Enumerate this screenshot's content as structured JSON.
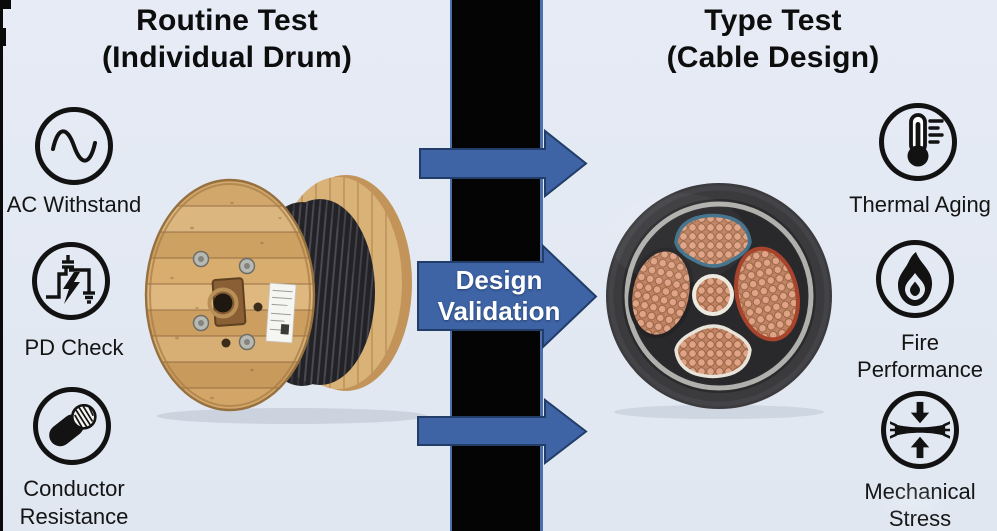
{
  "colors": {
    "background": "#e3e9f3",
    "arrow_blue": "#3e64a6",
    "arrow_border": "#213d68",
    "divider_black": "#040404",
    "divider_edge_blue": "#4c70ae",
    "text_dark": "#0d0d0d",
    "copper_strand": "#e0a385",
    "wood": "#d8af75"
  },
  "left_section": {
    "title_lines": [
      "Routine Test",
      "(Individual Drum)"
    ],
    "tests": [
      {
        "icon": "sine-wave-icon",
        "label_lines": [
          "AC Withstand"
        ]
      },
      {
        "icon": "partial-discharge-icon",
        "label_lines": [
          "PD Check"
        ]
      },
      {
        "icon": "stripped-cable-icon",
        "label_lines": [
          "Conductor",
          "Resistance"
        ]
      }
    ],
    "illustration": "wooden-cable-drum-photo"
  },
  "center_divider": {
    "arrow_label_lines": [
      "Design",
      "Validation"
    ]
  },
  "right_section": {
    "title_lines": [
      "Type Test",
      "(Cable Design)"
    ],
    "tests": [
      {
        "icon": "thermometer-icon",
        "label_lines": [
          "Thermal Aging"
        ]
      },
      {
        "icon": "flame-icon",
        "label_lines": [
          "Fire",
          "Performance"
        ]
      },
      {
        "icon": "compression-arrows-icon",
        "label_lines": [
          "Mechanical",
          "Stress"
        ]
      }
    ],
    "illustration": "cable-cross-section-photo"
  }
}
